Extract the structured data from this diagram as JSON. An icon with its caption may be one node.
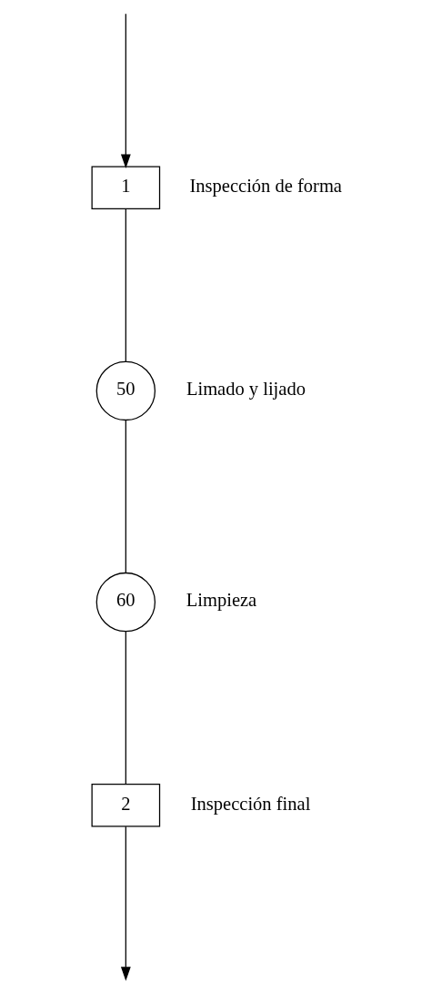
{
  "diagram": {
    "nodes": [
      {
        "text": [
          "1"
        ],
        "beside": [
          "Inspección de forma"
        ]
      },
      {
        "text": [
          "50"
        ],
        "beside": [
          "Limado y lijado"
        ]
      },
      {
        "text": [
          "60"
        ],
        "beside": [
          "Limpieza"
        ]
      },
      {
        "text": [
          "2"
        ],
        "beside": [
          "Inspección final"
        ]
      }
    ],
    "edges": [
      {
        "from": null,
        "to": 0,
        "arrow": "to"
      },
      {
        "from": 0,
        "to": 1,
        "arrow": "none"
      },
      {
        "from": 1,
        "to": 2,
        "arrow": "none"
      },
      {
        "from": 2,
        "to": 3,
        "arrow": "none"
      },
      {
        "from": 3,
        "to": null,
        "arrow": "to"
      }
    ]
  }
}
